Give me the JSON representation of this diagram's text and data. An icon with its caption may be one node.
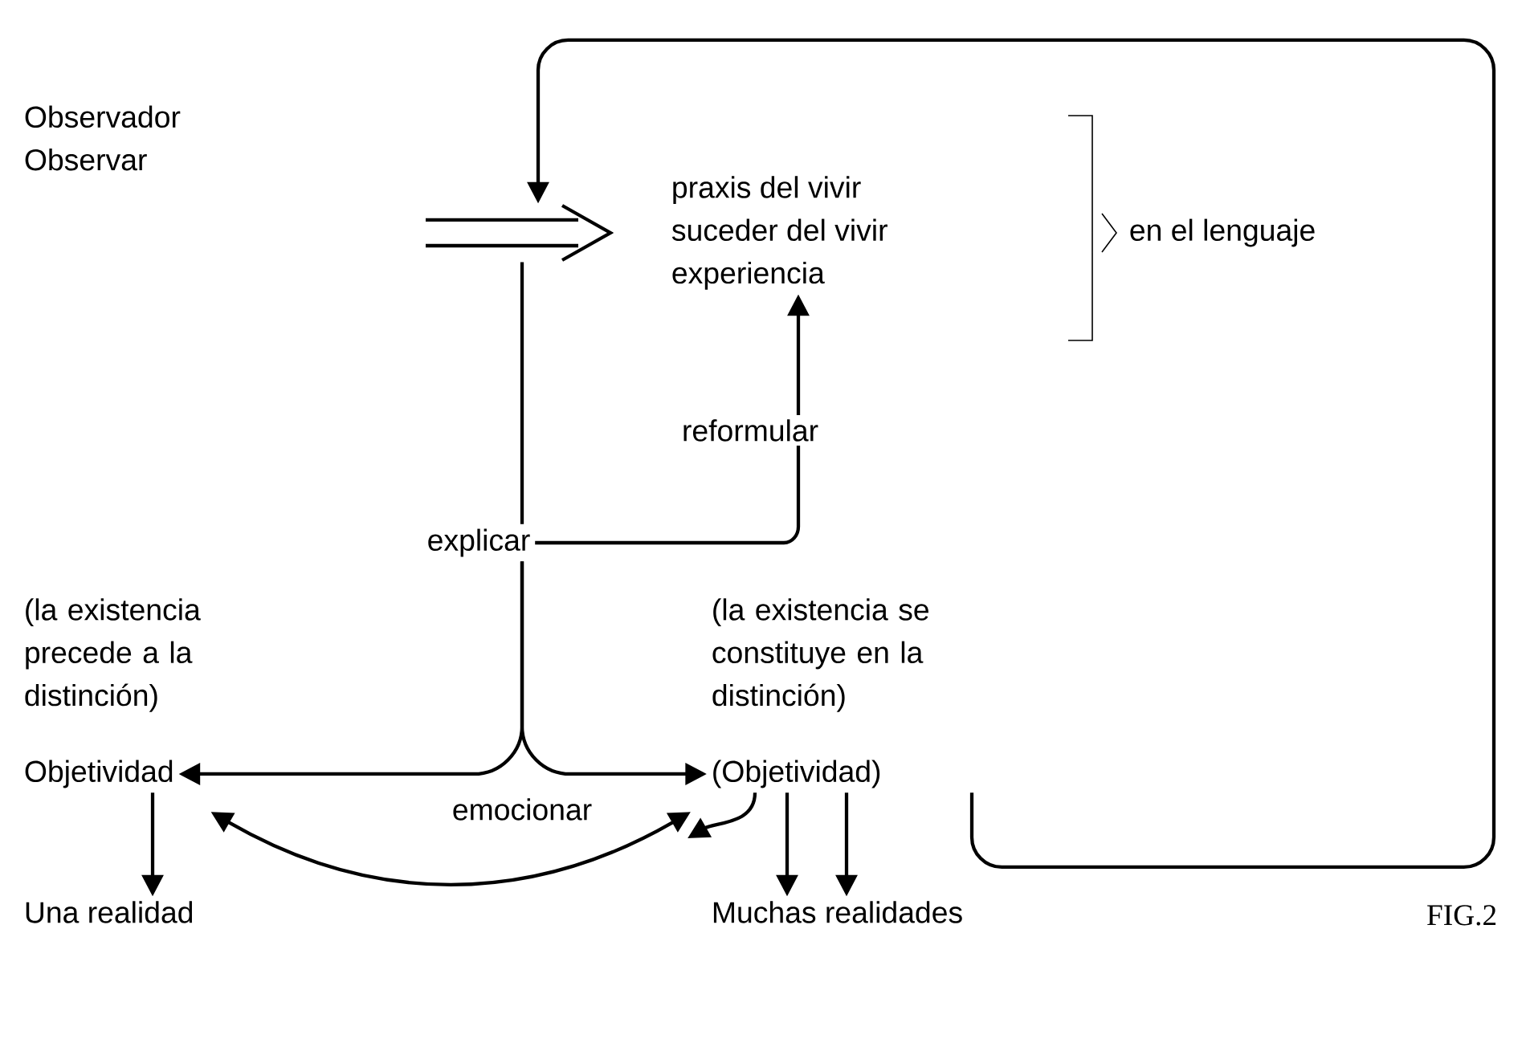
{
  "diagram": {
    "nodes": [
      {
        "text": [
          "Observador",
          "Observar"
        ]
      },
      {
        "text": [],
        "shape": "arrow"
      },
      {
        "text": [
          "praxis del vivir",
          "suceder del vivir",
          "experiencia"
        ]
      },
      {
        "text": [
          "explicar"
        ]
      },
      {
        "text": [
          "Objetividad"
        ]
      },
      {
        "text": [
          "(Objetividad)"
        ]
      },
      {
        "text": [
          "Una realidad"
        ]
      },
      {
        "text": [
          "Muchas realidades"
        ]
      }
    ],
    "edges": [
      {
        "from": 1,
        "to": 3,
        "arrow": "none"
      },
      {
        "from": 3,
        "to": 4,
        "arrow": "to"
      },
      {
        "from": 3,
        "to": 5,
        "arrow": "to"
      },
      {
        "from": 3,
        "to": 2,
        "arrow": "to",
        "label": "reformular"
      },
      {
        "from": 5,
        "to": 1,
        "arrow": "to"
      },
      {
        "from": 4,
        "to": 6,
        "arrow": "to"
      },
      {
        "from": 5,
        "to": 7,
        "arrow": "to"
      },
      {
        "from": 5,
        "to": 7,
        "arrow": "to"
      },
      {
        "from": 4,
        "to": 5,
        "arrow": "both",
        "label": "emocionar"
      },
      {
        "from": 5,
        "to": null,
        "arrow": "to"
      }
    ],
    "labels": [
      "en el lenguaje",
      "(la existencia precede a la distinción)",
      "(la existencia se constituye en la distinción)",
      "FIG.2"
    ]
  }
}
